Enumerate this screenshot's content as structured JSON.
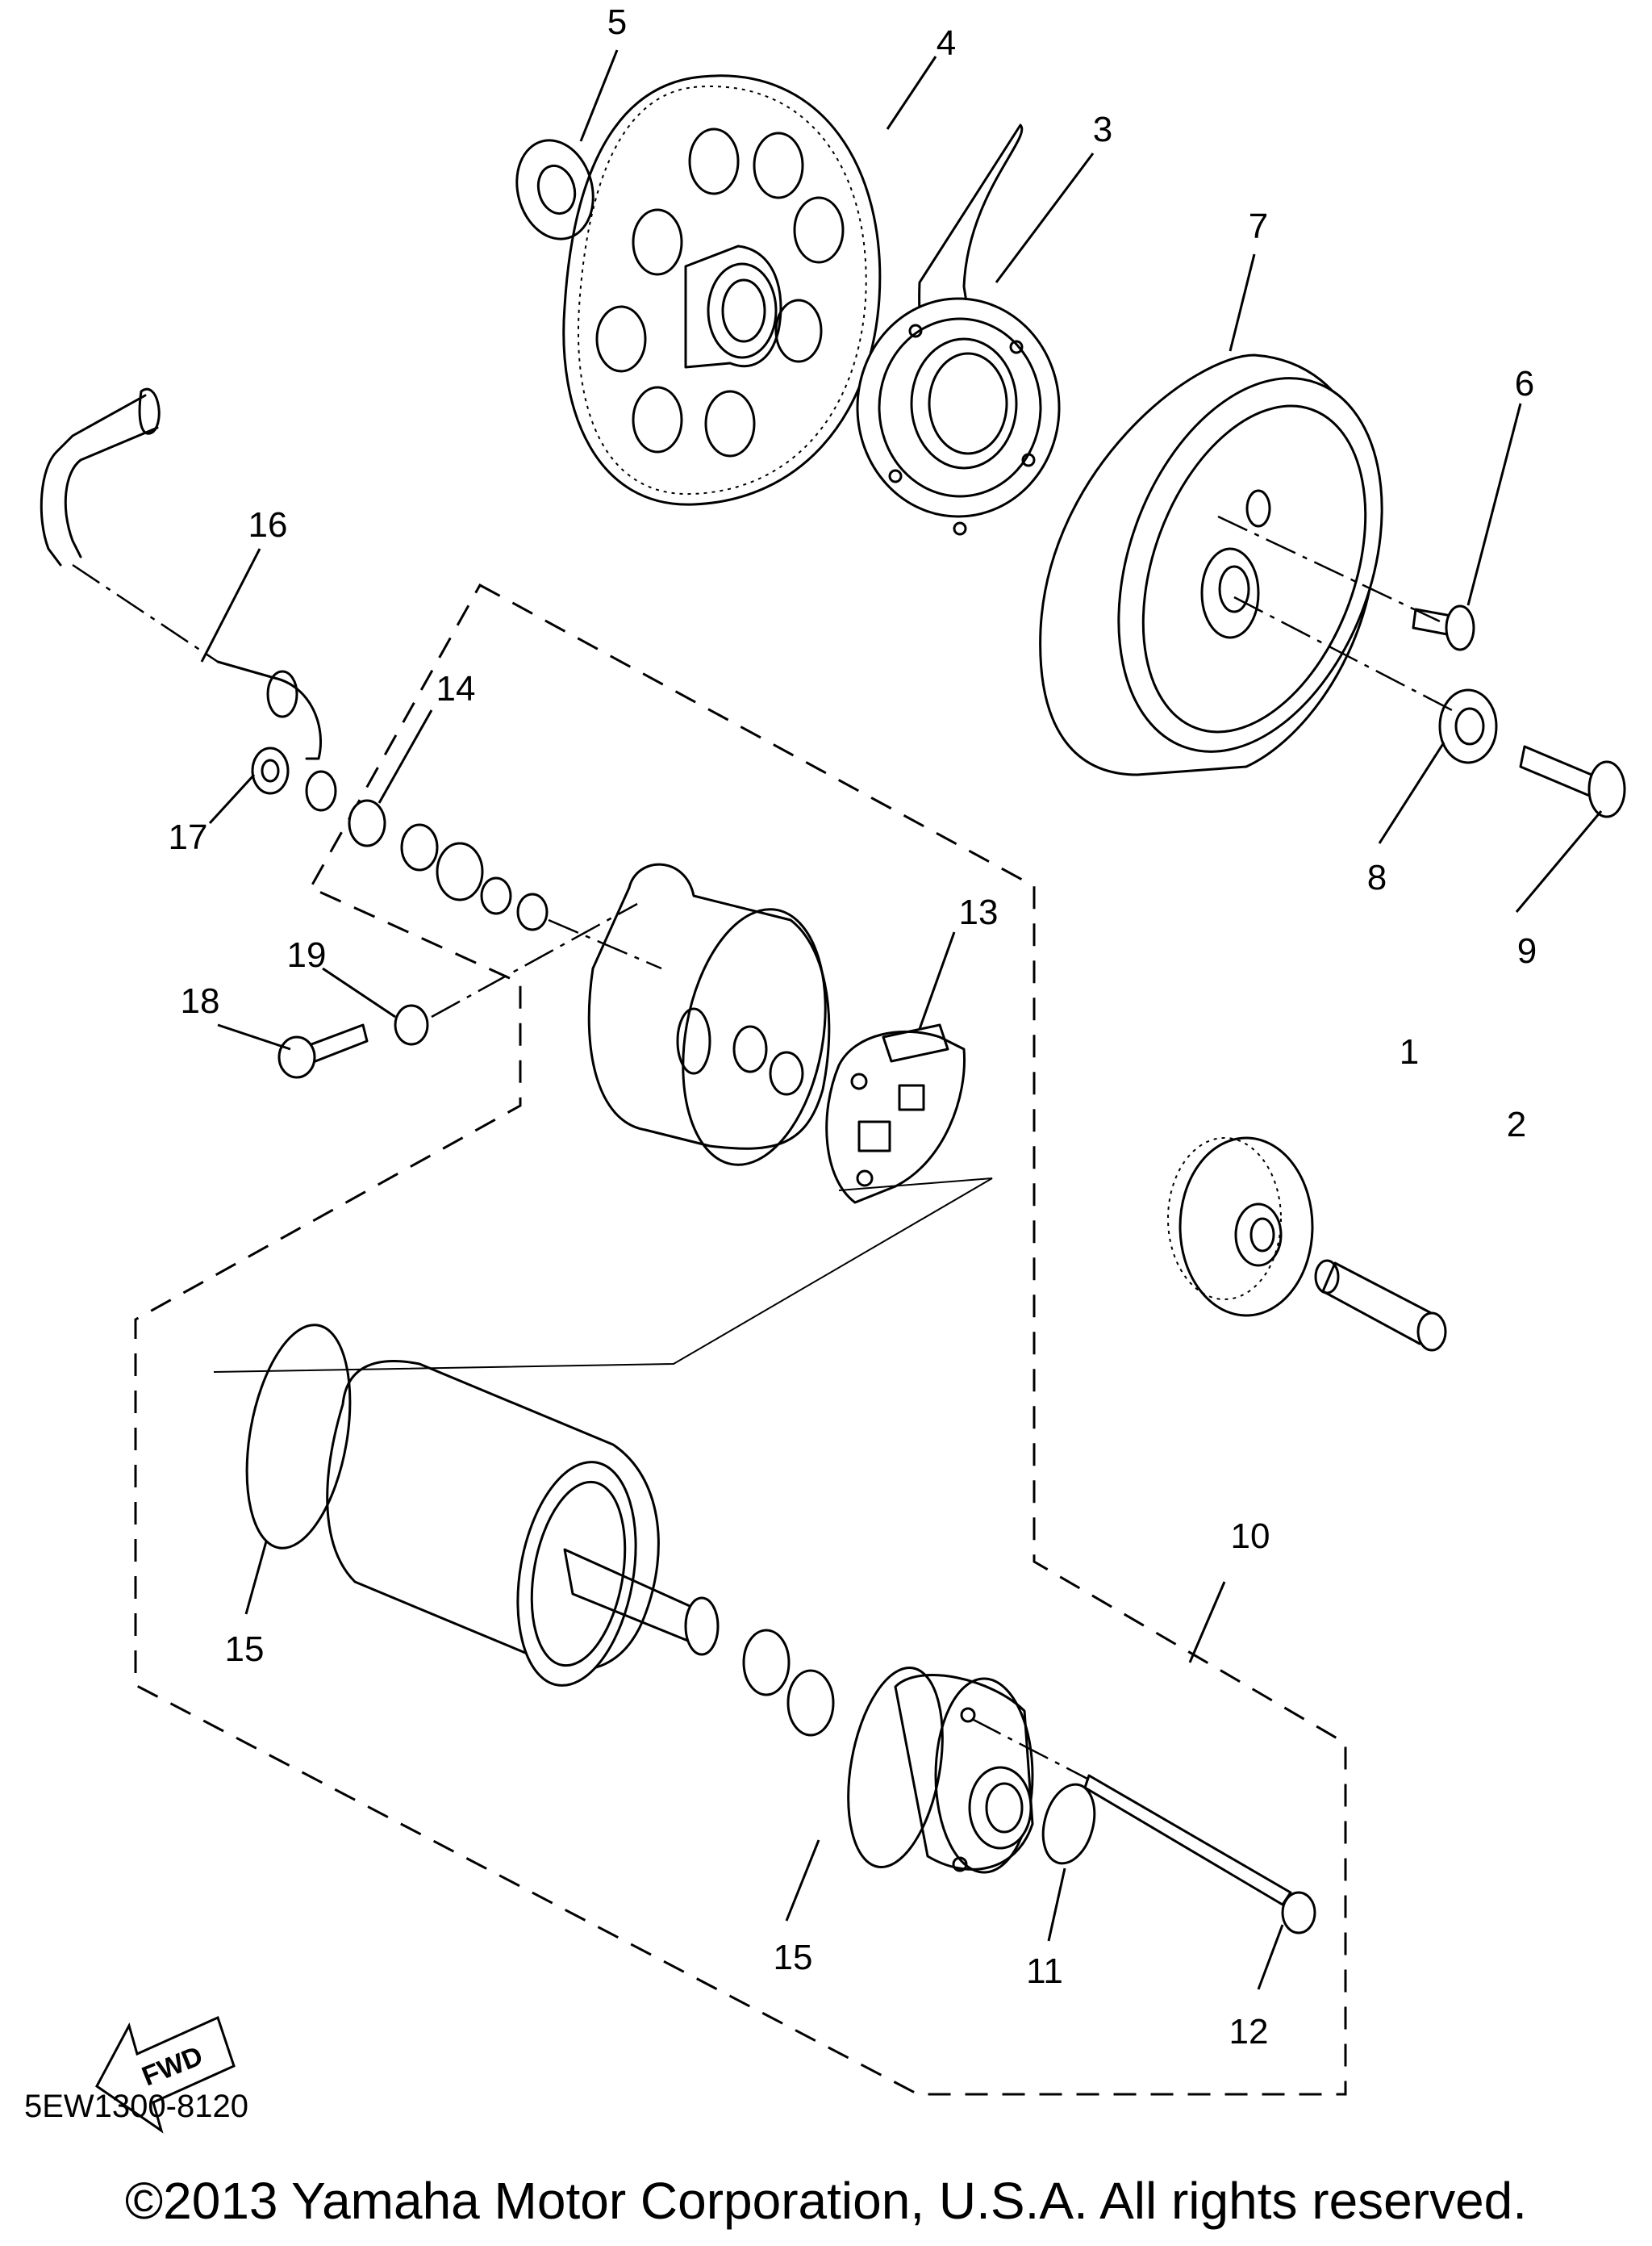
{
  "callouts": [
    {
      "id": "1",
      "label": "1"
    },
    {
      "id": "2",
      "label": "2"
    },
    {
      "id": "3",
      "label": "3"
    },
    {
      "id": "4",
      "label": "4"
    },
    {
      "id": "5",
      "label": "5"
    },
    {
      "id": "6",
      "label": "6"
    },
    {
      "id": "7",
      "label": "7"
    },
    {
      "id": "8",
      "label": "8"
    },
    {
      "id": "9",
      "label": "9"
    },
    {
      "id": "10",
      "label": "10"
    },
    {
      "id": "11",
      "label": "11"
    },
    {
      "id": "12",
      "label": "12"
    },
    {
      "id": "13",
      "label": "13"
    },
    {
      "id": "14",
      "label": "14"
    },
    {
      "id": "15a",
      "label": "15"
    },
    {
      "id": "15b",
      "label": "15"
    },
    {
      "id": "16",
      "label": "16"
    },
    {
      "id": "17",
      "label": "17"
    },
    {
      "id": "18",
      "label": "18"
    },
    {
      "id": "19",
      "label": "19"
    }
  ],
  "direction_label": "FWD",
  "drawing_code": "5EW1300-8120",
  "copyright": "©2013 Yamaha Motor Corporation, U.S.A. All rights reserved.",
  "icons": {
    "direction": "fwd-arrow-icon"
  }
}
